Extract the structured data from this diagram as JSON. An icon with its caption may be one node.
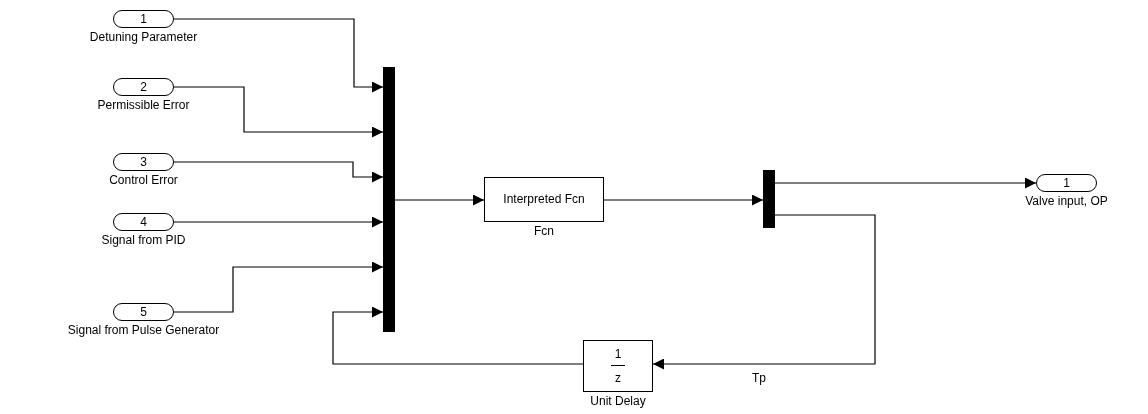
{
  "diagram": {
    "nodes": [
      {
        "text": [
          "1"
        ],
        "beside": [
          "Detuning Parameter"
        ]
      },
      {
        "text": [
          "2"
        ],
        "beside": [
          "Permissible Error"
        ]
      },
      {
        "text": [
          "3"
        ],
        "beside": [
          "Control Error"
        ]
      },
      {
        "text": [
          "4"
        ],
        "beside": [
          "Signal from PID"
        ]
      },
      {
        "text": [
          "5"
        ],
        "beside": [
          "Signal from Pulse Generator"
        ]
      },
      {
        "text": [],
        "shape": "bar"
      },
      {
        "text": [
          "Interpreted Fcn"
        ],
        "beside": [
          "Fcn"
        ]
      },
      {
        "text": [],
        "shape": "bar"
      },
      {
        "text": [
          "1"
        ],
        "beside": [
          "Valve input, OP"
        ]
      },
      {
        "text": [
          "1",
          "z"
        ],
        "beside": [
          "Unit Delay"
        ]
      }
    ],
    "edges": [
      {
        "from": 0,
        "to": 5,
        "arrow": "to"
      },
      {
        "from": 1,
        "to": 5,
        "arrow": "to"
      },
      {
        "from": 2,
        "to": 5,
        "arrow": "to"
      },
      {
        "from": 3,
        "to": 5,
        "arrow": "to"
      },
      {
        "from": 4,
        "to": 5,
        "arrow": "to"
      },
      {
        "from": 9,
        "to": 5,
        "arrow": "to"
      },
      {
        "from": 5,
        "to": 6,
        "arrow": "to"
      },
      {
        "from": 6,
        "to": 7,
        "arrow": "to"
      },
      {
        "from": 7,
        "to": 8,
        "arrow": "to"
      },
      {
        "from": 7,
        "to": 9,
        "arrow": "to",
        "label": "Tp"
      }
    ]
  }
}
